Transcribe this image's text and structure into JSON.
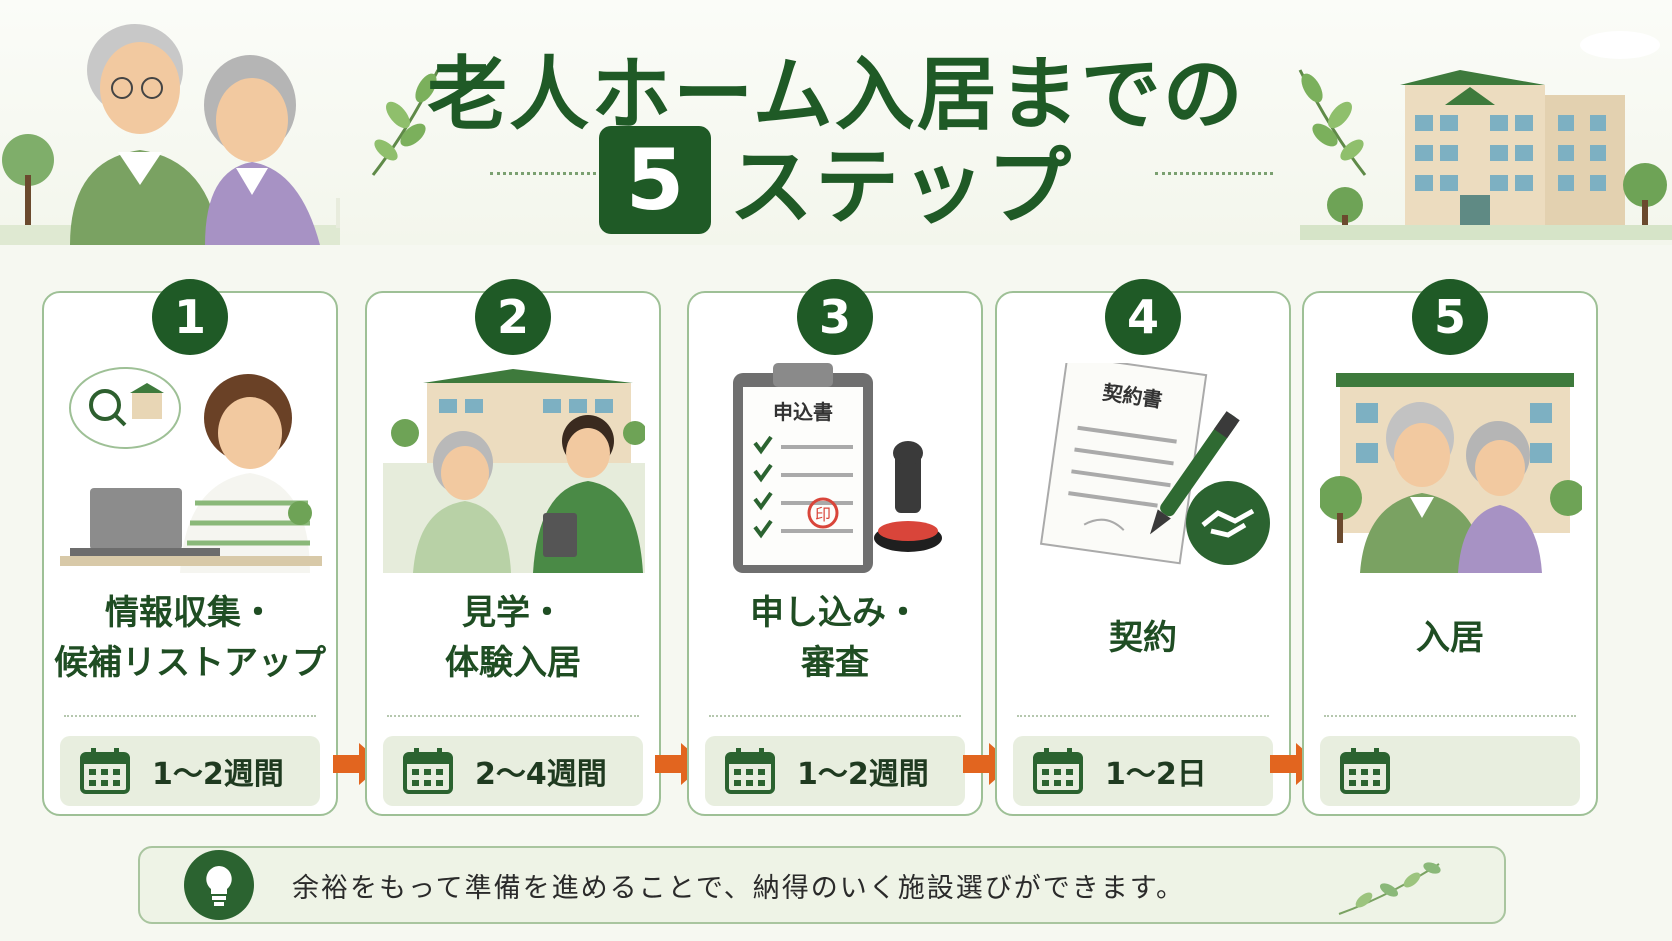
{
  "header": {
    "title_line1": "老人ホーム入居までの",
    "title_number": "5",
    "title_line2": "ステップ"
  },
  "steps": [
    {
      "number": "1",
      "title_line1": "情報収集・",
      "title_line2": "候補リストアップ",
      "duration": "1～2週間",
      "icon": "laptop-search-illustration"
    },
    {
      "number": "2",
      "title_line1": "見学・",
      "title_line2": "体験入居",
      "duration": "2～4週間",
      "icon": "facility-tour-illustration"
    },
    {
      "number": "3",
      "title_line1": "申し込み・",
      "title_line2": "審査",
      "duration": "1～2週間",
      "icon": "application-clipboard-illustration",
      "document_label": "申込書",
      "stamp_label": "印"
    },
    {
      "number": "4",
      "title_line1": "契約",
      "title_line2": "",
      "duration": "1～2日",
      "icon": "contract-illustration",
      "document_label": "契約書"
    },
    {
      "number": "5",
      "title_line1": "入居",
      "title_line2": "",
      "duration": "",
      "icon": "move-in-illustration"
    }
  ],
  "footer": {
    "tip": "余裕をもって準備を進めることで、納得のいく施設選びができます。",
    "icon": "lightbulb-icon"
  },
  "colors": {
    "primary_green": "#1f5a26",
    "light_green": "#9ec096",
    "arrow_orange": "#e2651f",
    "background": "#f6f8f1"
  }
}
